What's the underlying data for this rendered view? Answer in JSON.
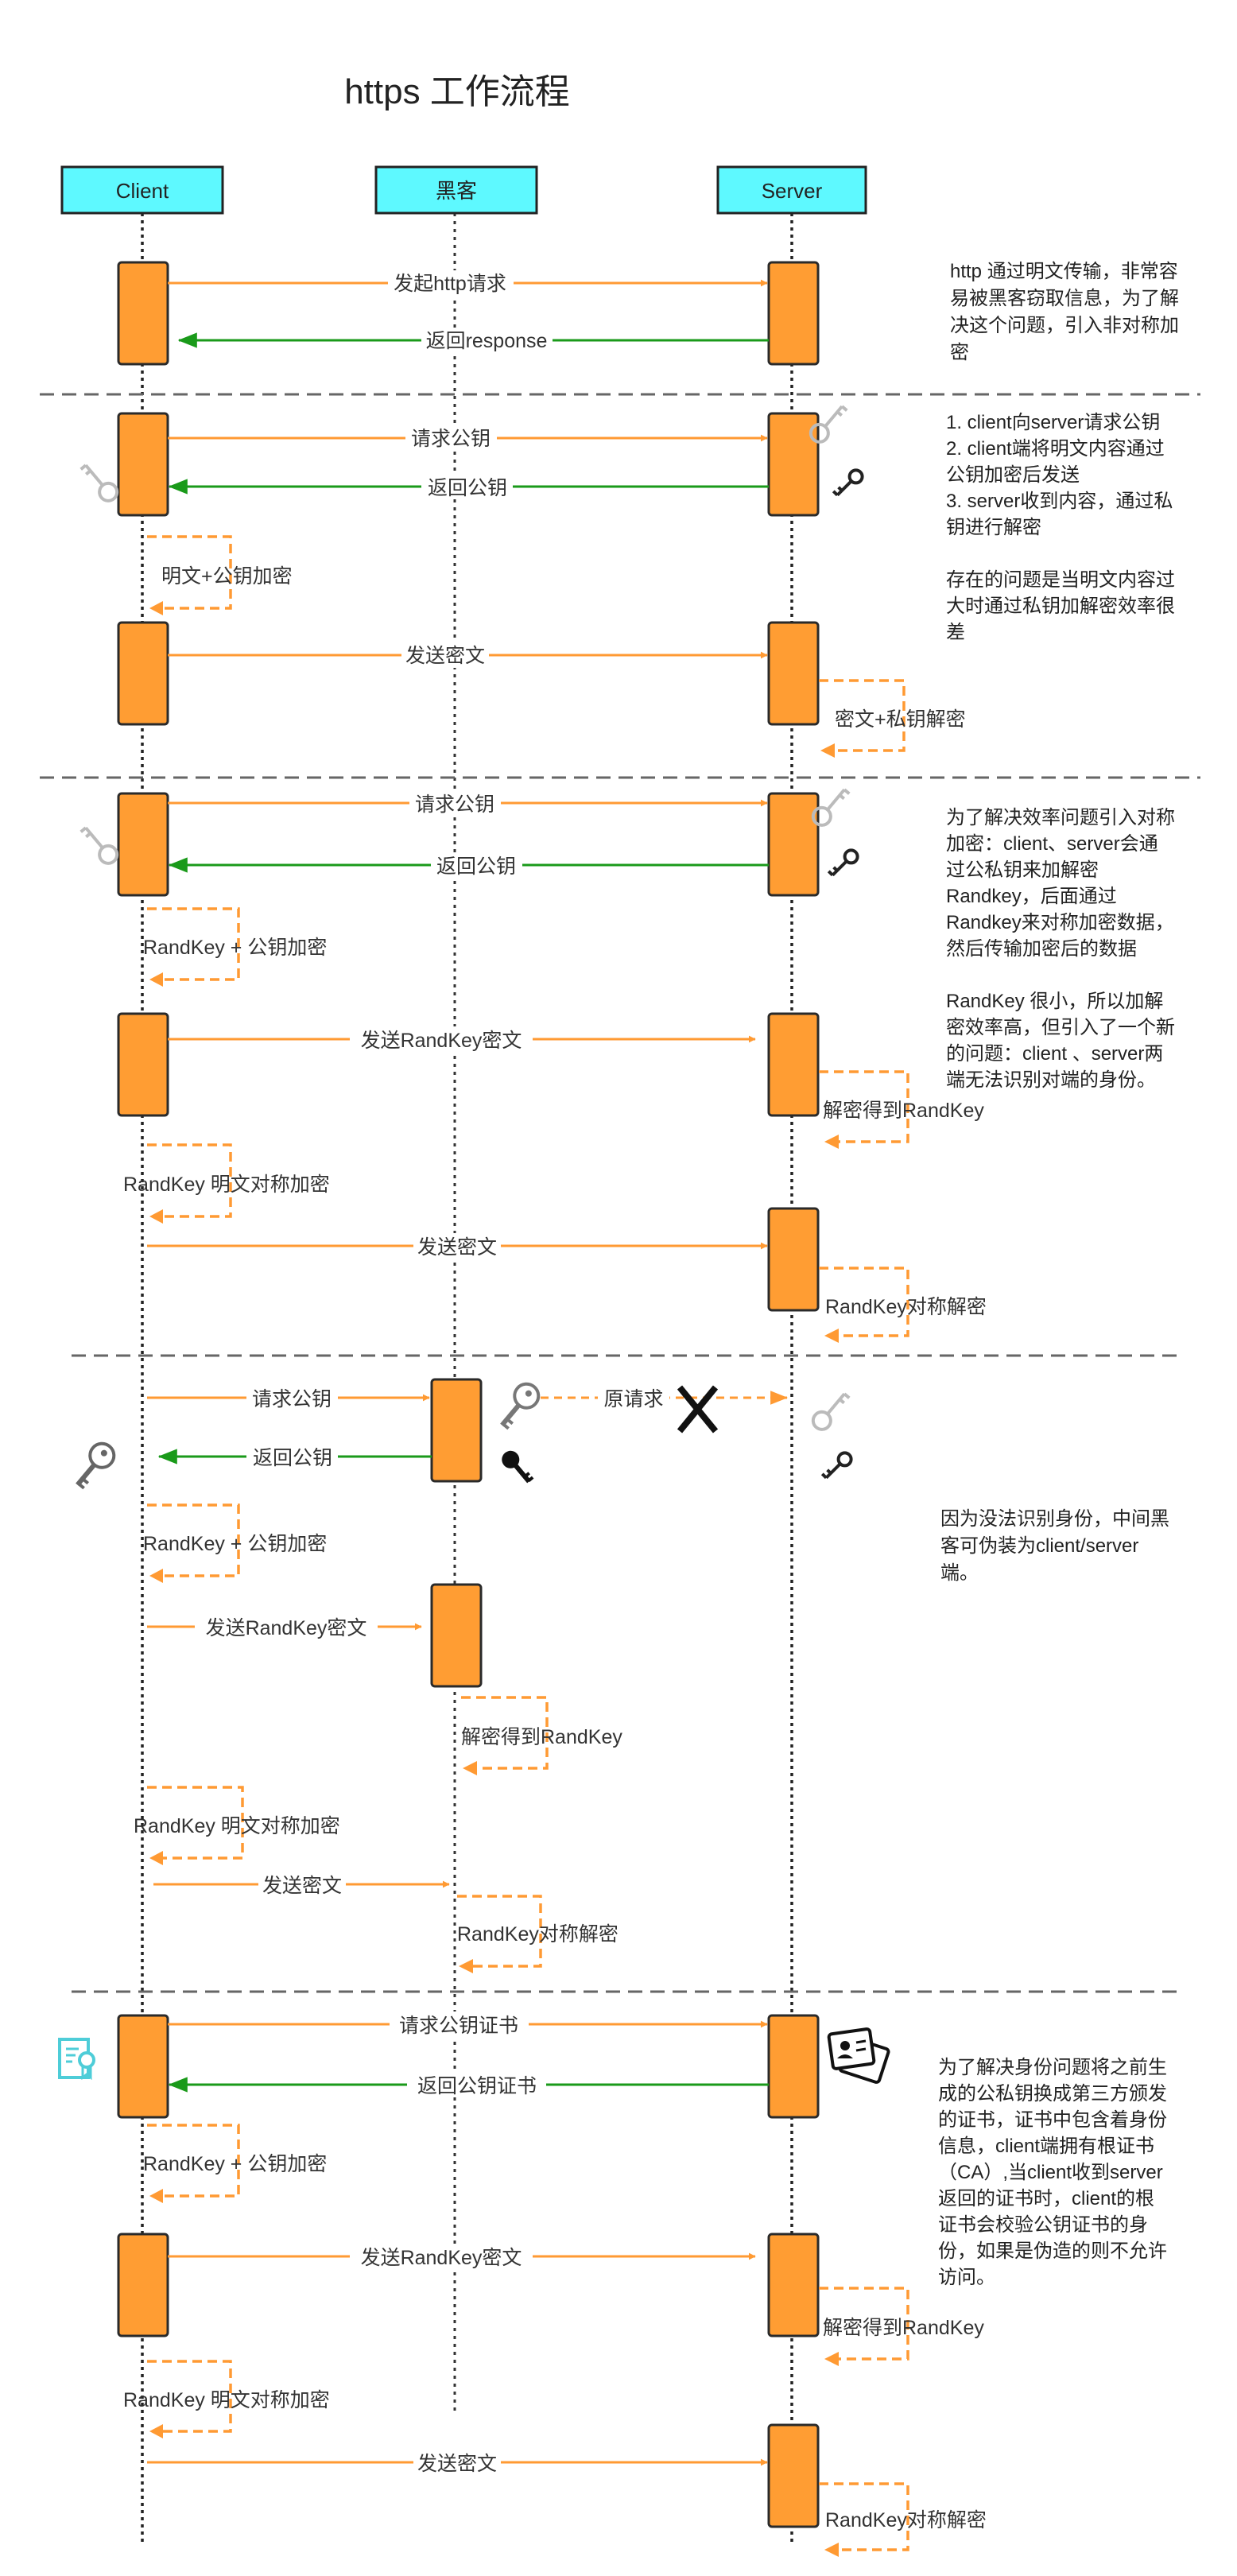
{
  "title": "https 工作流程",
  "actors": {
    "client": "Client",
    "hacker": "黑客",
    "server": "Server"
  },
  "colors": {
    "actor_fill": "#5ef9ff",
    "activation_fill": "#ff9d33",
    "request_arrow": "#ff9a33",
    "response_arrow": "#1a9a1a",
    "divider": "#666666"
  },
  "section1": {
    "msg_request": "发起http请求",
    "msg_response": "返回response",
    "note": [
      "http 通过明文传输，非常容",
      "易被黑客窃取信息，为了解",
      "决这个问题，引入非对称加",
      "密"
    ]
  },
  "section2": {
    "msg_request_key": "请求公钥",
    "msg_return_key": "返回公钥",
    "self_client": "明文+公钥加密",
    "msg_send_cipher": "发送密文",
    "self_server": "密文+私钥解密",
    "note": [
      "1. client向server请求公钥",
      "2. client端将明文内容通过",
      "公钥加密后发送",
      "3. server收到内容，通过私",
      "钥进行解密",
      "",
      "存在的问题是当明文内容过",
      "大时通过私钥加解密效率很",
      "差"
    ]
  },
  "section3": {
    "msg_request_key": "请求公钥",
    "msg_return_key": "返回公钥",
    "self_client_1": "RandKey + 公钥加密",
    "msg_send_randkey": "发送RandKey密文",
    "self_server_1": "解密得到RandKey",
    "self_client_2": "RandKey 明文对称加密",
    "msg_send_cipher": "发送密文",
    "self_server_2": "RandKey对称解密",
    "note": [
      "为了解决效率问题引入对称",
      "加密：client、server会通",
      "过公私钥来加解密",
      "Randkey，后面通过",
      "Randkey来对称加密数据，",
      "然后传输加密后的数据",
      "",
      "RandKey 很小，所以加解",
      "密效率高，但引入了一个新",
      "的问题：client 、server两",
      "端无法识别对端的身份。"
    ]
  },
  "section4": {
    "msg_request_key": "请求公钥",
    "msg_original_request": "原请求",
    "msg_return_key": "返回公钥",
    "self_client_1": "RandKey + 公钥加密",
    "msg_send_randkey": "发送RandKey密文",
    "self_hacker_1": "解密得到RandKey",
    "self_client_2": "RandKey 明文对称加密",
    "msg_send_cipher": "发送密文",
    "self_hacker_2": "RandKey对称解密",
    "note": [
      "因为没法识别身份，中间黑",
      "客可伪装为client/server",
      "端。"
    ]
  },
  "section5": {
    "msg_request_cert": "请求公钥证书",
    "msg_return_cert": "返回公钥证书",
    "self_client_1": "RandKey + 公钥加密",
    "msg_send_randkey": "发送RandKey密文",
    "self_server_1": "解密得到RandKey",
    "self_client_2": "RandKey 明文对称加密",
    "msg_send_cipher": "发送密文",
    "self_server_2": "RandKey对称解密",
    "note": [
      "为了解决身份问题将之前生",
      "成的公私钥换成第三方颁发",
      "的证书，证书中包含着身份",
      "信息，client端拥有根证书",
      "（CA）,当client收到server",
      "返回的证书时，client的根",
      "证书会校验公钥证书的身",
      "份，如果是伪造的则不允许",
      "访问。"
    ]
  },
  "icons": [
    "key-outline-icon",
    "key-solid-icon",
    "key-large-icon",
    "cross-icon",
    "certificate-icon",
    "id-card-icon"
  ]
}
